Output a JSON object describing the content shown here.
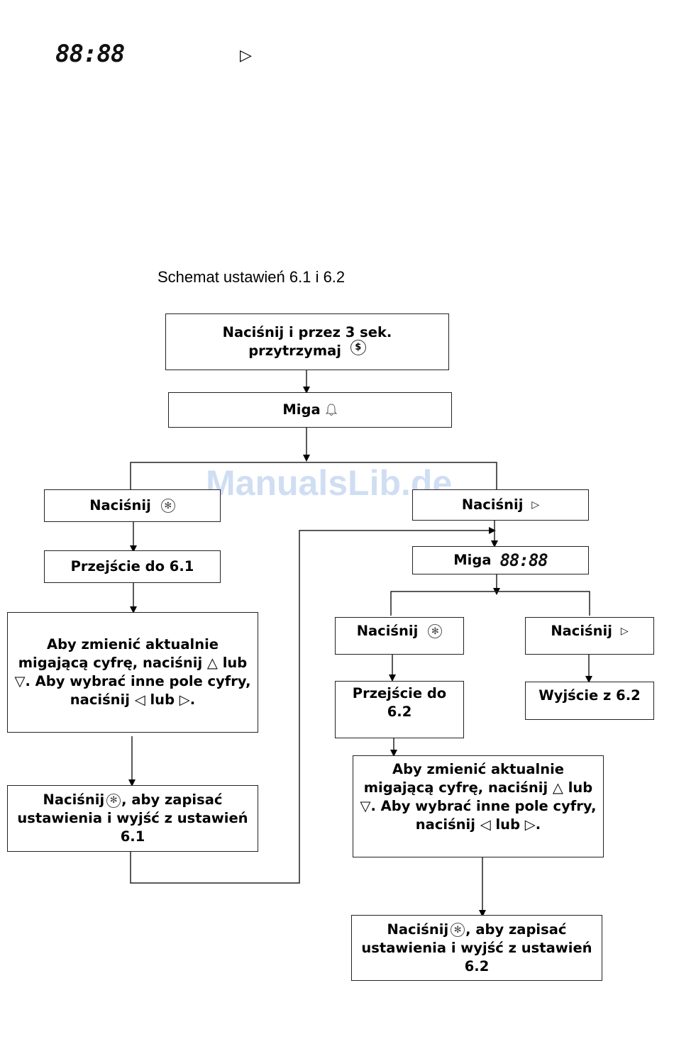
{
  "header": {
    "display_digits": "88:88",
    "arrow_symbol": "▷"
  },
  "diagram": {
    "title": "Schemat ustawień 6.1 i 6.2",
    "watermark": "ManualsLib.de",
    "nodes": {
      "start": {
        "line1": "Naciśnij i przez 3 sek.",
        "line2": "przytrzymaj",
        "icon": "$"
      },
      "blink_bell": {
        "text": "Miga",
        "icon": "bell-icon"
      },
      "press_snow_left": {
        "text": "Naciśnij",
        "icon": "snowflake-icon"
      },
      "goto_61": {
        "text": "Przejście do 6.1"
      },
      "change_61": {
        "text": "Aby zmienić aktualnie migającą cyfrę, naciśnij △ lub ▽. Aby wybrać inne pole cyfry, naciśnij ◁ lub ▷."
      },
      "save_61": {
        "pre": "Naciśnij",
        "post": ", aby zapisać ustawienia i wyjść z ustawień 6.1"
      },
      "press_arrow_right": {
        "text": "Naciśnij",
        "icon": "▷"
      },
      "blink_digits": {
        "text": "Miga",
        "digits": "88:88"
      },
      "press_snow_62": {
        "text": "Naciśnij",
        "icon": "snowflake-icon"
      },
      "press_arrow_62": {
        "text": "Naciśnij",
        "icon": "▷"
      },
      "goto_62": {
        "text": "Przejście do 6.2"
      },
      "exit_62": {
        "text": "Wyjście z 6.2"
      },
      "change_62": {
        "text": "Aby zmienić aktualnie migającą cyfrę, naciśnij △ lub ▽. Aby wybrać inne pole cyfry, naciśnij ◁ lub ▷."
      },
      "save_62": {
        "pre": "Naciśnij",
        "post": ", aby zapisać ustawienia i wyjść z ustawień 6.2"
      }
    },
    "colors": {
      "line": "#222222",
      "watermark": "#a8c2e6"
    }
  }
}
